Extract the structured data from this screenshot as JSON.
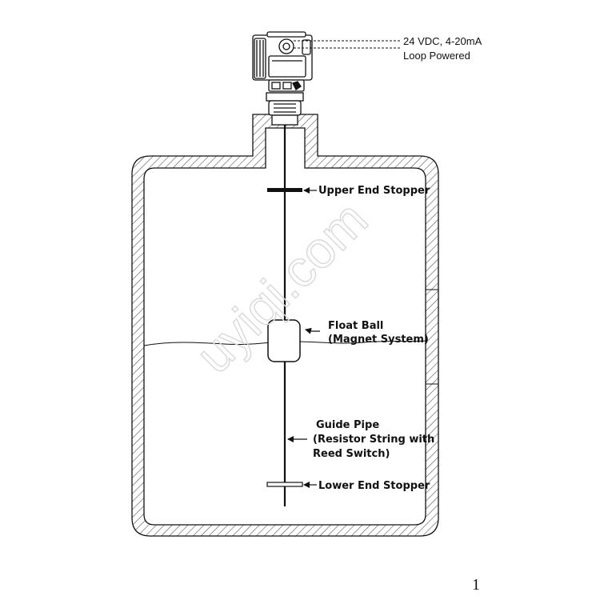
{
  "power_label": {
    "line1": "24 VDC, 4-20mA",
    "line2": "Loop Powered"
  },
  "labels": {
    "upper_stopper": "Upper End Stopper",
    "float_ball_1": "Float Ball",
    "float_ball_2": "(Magnet System)",
    "guide_pipe_1": "Guide Pipe",
    "guide_pipe_2": "(Resistor String with",
    "guide_pipe_3": "Reed Switch)",
    "lower_stopper": "Lower End Stopper"
  },
  "watermark": "uyiqi.com",
  "page_number": "1",
  "colors": {
    "hatch": "#555555",
    "line": "#111111",
    "watermark": "#d9d9d9"
  }
}
